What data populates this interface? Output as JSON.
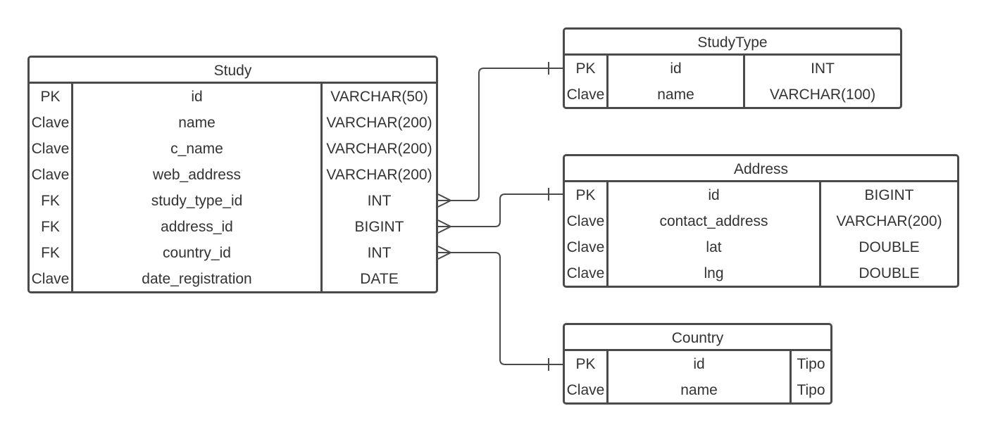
{
  "colors": {
    "line": "#4a4a4a",
    "text": "#333333",
    "background": "#ffffff"
  },
  "entities": {
    "study": {
      "title": "Study",
      "rows": [
        {
          "key": "PK",
          "name": "id",
          "type": "VARCHAR(50)"
        },
        {
          "key": "Clave",
          "name": "name",
          "type": "VARCHAR(200)"
        },
        {
          "key": "Clave",
          "name": "c_name",
          "type": "VARCHAR(200)"
        },
        {
          "key": "Clave",
          "name": "web_address",
          "type": "VARCHAR(200)"
        },
        {
          "key": "FK",
          "name": "study_type_id",
          "type": "INT"
        },
        {
          "key": "FK",
          "name": "address_id",
          "type": "BIGINT"
        },
        {
          "key": "FK",
          "name": "country_id",
          "type": "INT"
        },
        {
          "key": "Clave",
          "name": "date_registration",
          "type": "DATE"
        }
      ]
    },
    "studytype": {
      "title": "StudyType",
      "rows": [
        {
          "key": "PK",
          "name": "id",
          "type": "INT"
        },
        {
          "key": "Clave",
          "name": "name",
          "type": "VARCHAR(100)"
        }
      ]
    },
    "address": {
      "title": "Address",
      "rows": [
        {
          "key": "PK",
          "name": "id",
          "type": "BIGINT"
        },
        {
          "key": "Clave",
          "name": "contact_address",
          "type": "VARCHAR(200)"
        },
        {
          "key": "Clave",
          "name": "lat",
          "type": "DOUBLE"
        },
        {
          "key": "Clave",
          "name": "lng",
          "type": "DOUBLE"
        }
      ]
    },
    "country": {
      "title": "Country",
      "rows": [
        {
          "key": "PK",
          "name": "id",
          "type": "Tipo"
        },
        {
          "key": "Clave",
          "name": "name",
          "type": "Tipo"
        }
      ]
    }
  },
  "relationships": [
    {
      "from": "Study.study_type_id",
      "to": "StudyType.id",
      "from_end": "many",
      "to_end": "one"
    },
    {
      "from": "Study.address_id",
      "to": "Address.id",
      "from_end": "many",
      "to_end": "one"
    },
    {
      "from": "Study.country_id",
      "to": "Country.id",
      "from_end": "many",
      "to_end": "one"
    }
  ]
}
